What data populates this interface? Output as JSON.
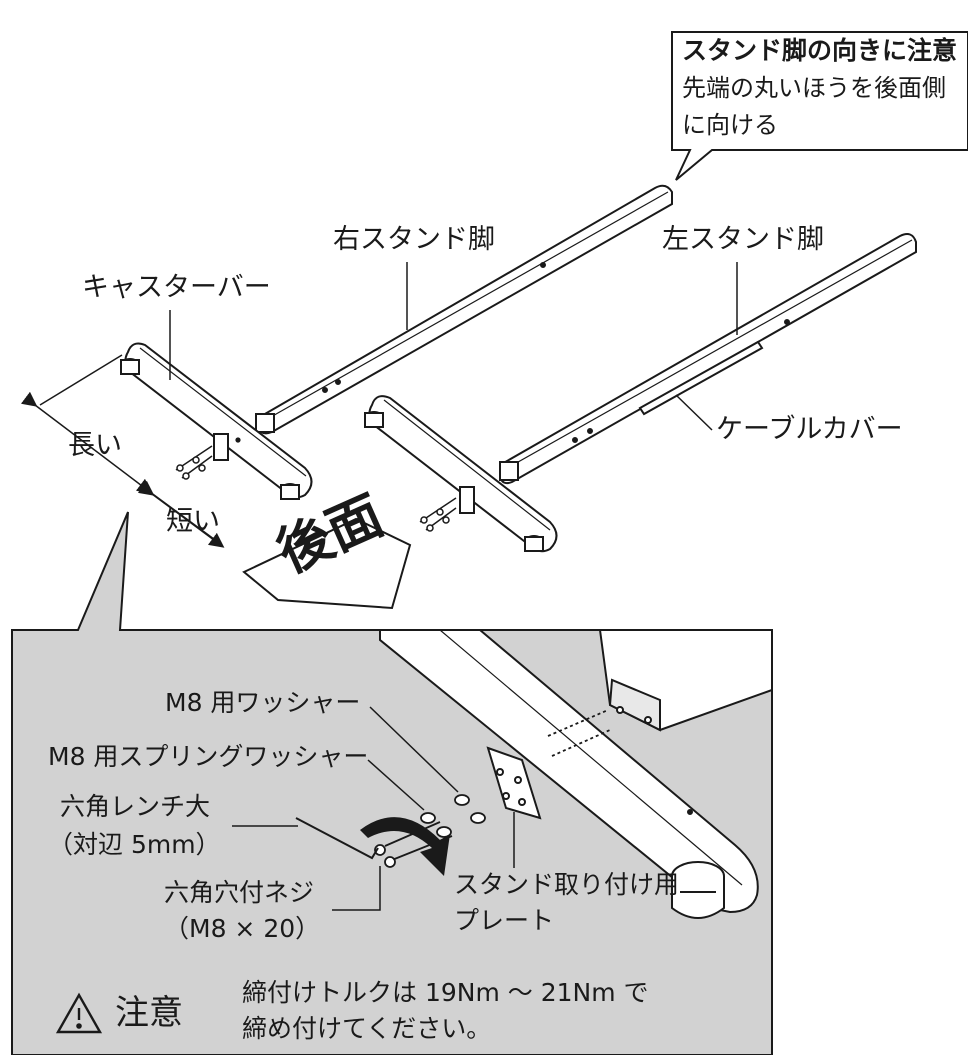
{
  "callout": {
    "title": "スタンド脚の向きに注意",
    "line1": "先端の丸いほうを後面側",
    "line2": "に向ける"
  },
  "labels": {
    "right_leg": "右スタンド脚",
    "left_leg": "左スタンド脚",
    "caster_bar": "キャスターバー",
    "cable_cover": "ケーブルカバー",
    "long": "長い",
    "short": "短い",
    "rear": "後面"
  },
  "detail": {
    "m8_washer": "M8 用ワッシャー",
    "m8_spring_washer": "M8 用スプリングワッシャー",
    "hex_wrench_line1": "六角レンチ大",
    "hex_wrench_line2": "（対辺 5mm）",
    "hex_bolt_line1": "六角穴付ネジ",
    "hex_bolt_line2": "（M8 × 20）",
    "plate_line1": "スタンド取り付け用",
    "plate_line2": "プレート"
  },
  "caution": {
    "word": "注意",
    "line1": "締付けトルクは 19Nm ～ 21Nm で",
    "line2": "締め付けてください。"
  },
  "colors": {
    "detail_bg": "#d2d2d2",
    "line": "#1a1a1a"
  }
}
